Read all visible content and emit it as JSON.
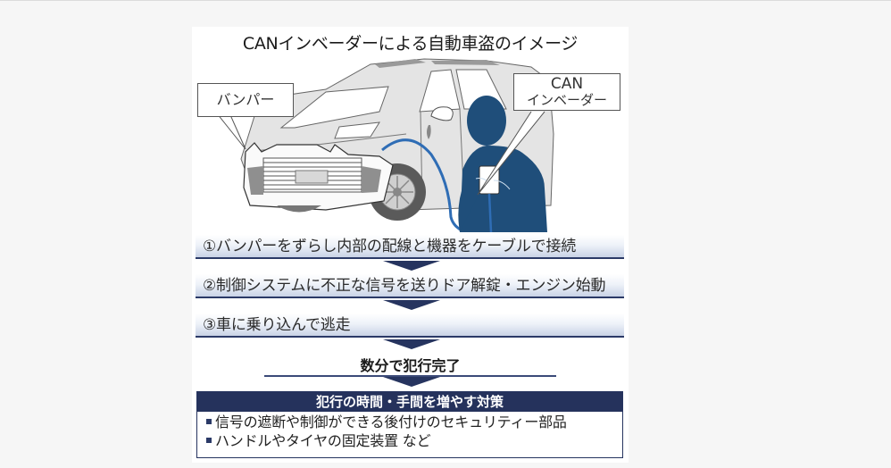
{
  "figure": {
    "title": "CANインベーダーによる自動車盗のイメージ",
    "callouts": {
      "bumper": "バンパー",
      "can_invader_line1": "CAN",
      "can_invader_line2": "インベーダー"
    },
    "illustration": {
      "icons": [
        "car-icon",
        "person-silhouette-icon",
        "tablet-device-icon",
        "cable-icon"
      ]
    },
    "steps": [
      {
        "label": "①バンパーをずらし内部の配線と機器をケーブルで接続"
      },
      {
        "label": "②制御システムに不正な信号を送りドア解錠・エンジン始動"
      },
      {
        "label": "③車に乗り込んで逃走"
      }
    ],
    "result": "数分で犯行完了",
    "measures": {
      "heading": "犯行の時間・手間を増やす対策",
      "items": [
        "信号の遮断や制御ができる後付けのセキュリティー部品",
        "ハンドルやタイヤの固定装置 など"
      ]
    },
    "colors": {
      "navy": "#25325c",
      "person_blue": "#1f4e7a",
      "cable_blue": "#2f6db5",
      "car_gray": "#e3e3e3",
      "background": "#f6f6f6"
    }
  }
}
